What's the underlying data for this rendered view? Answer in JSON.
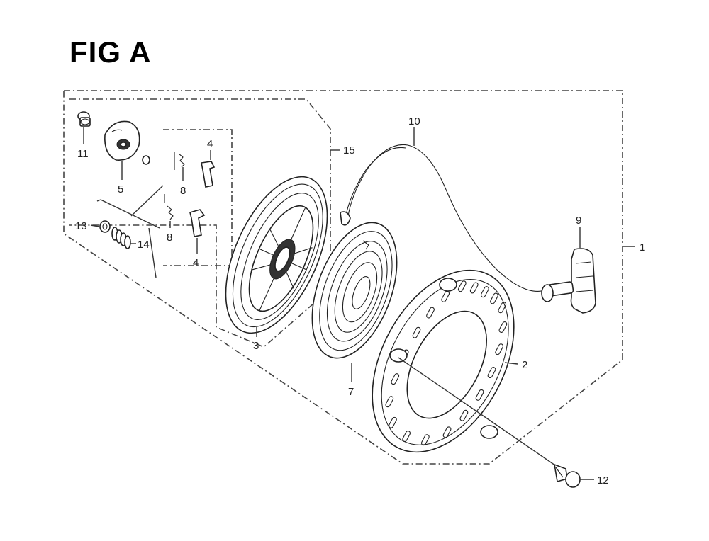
{
  "title": "FIG A",
  "callouts": {
    "c1": "1",
    "c2": "2",
    "c3": "3",
    "c4a": "4",
    "c4b": "4",
    "c5": "5",
    "c7": "7",
    "c8a": "8",
    "c8b": "8",
    "c9": "9",
    "c10": "10",
    "c11": "11",
    "c12": "12",
    "c13": "13",
    "c14": "14",
    "c15": "15"
  }
}
